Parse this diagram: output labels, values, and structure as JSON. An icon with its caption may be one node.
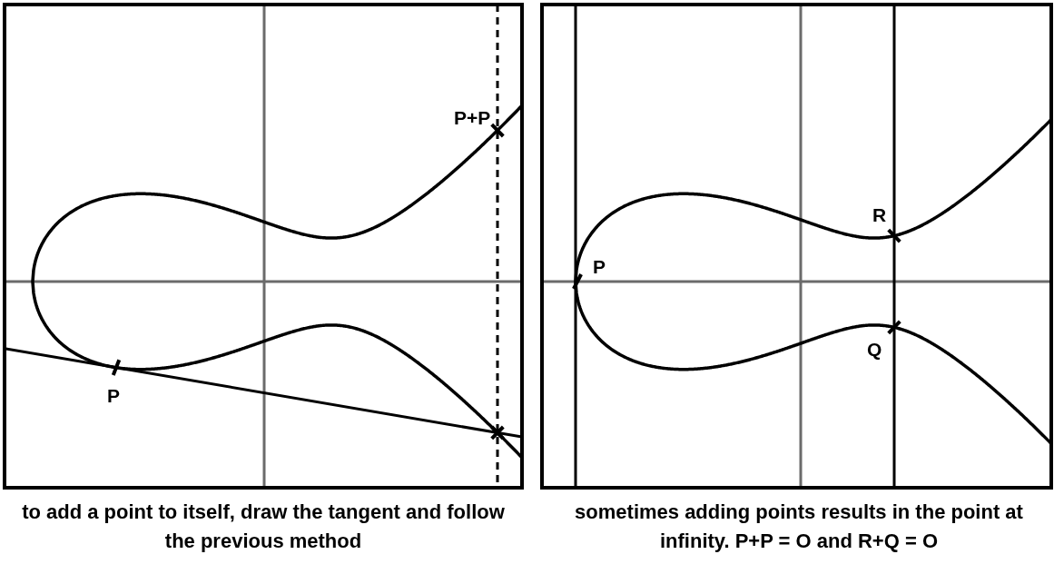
{
  "diagram": {
    "labels": [
      "P+P",
      "P",
      "to add a point to itself, draw the tangent and follow the previous method",
      "R",
      "P",
      "Q",
      "sometimes adding points results in the point at infinity. P+P = O and R+Q = O"
    ]
  }
}
